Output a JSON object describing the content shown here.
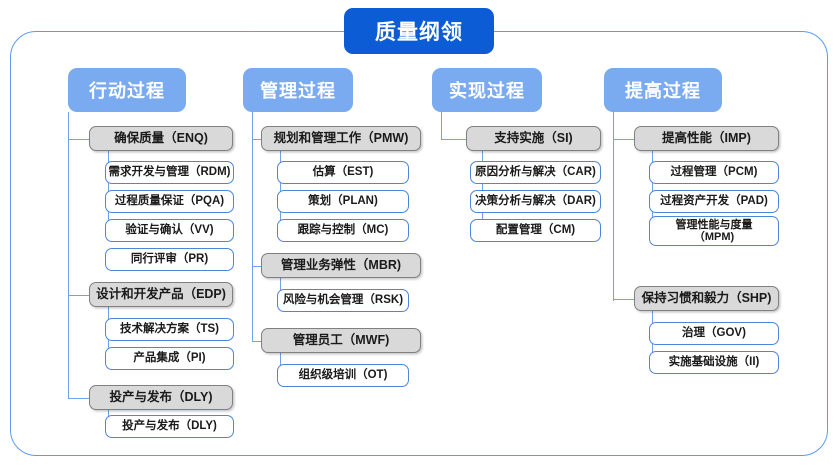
{
  "diagram": {
    "type": "org-tree",
    "root": {
      "label": "质量纲领"
    },
    "colors": {
      "root_box": "#0b5cd5",
      "column_header": "#7aabf0",
      "level2_box": "#d9d9d9",
      "level2_border": "#808080",
      "level3_border": "#4d86d8",
      "connector": "#6fa3e8",
      "frame": "#5b9bf0"
    },
    "columns": [
      {
        "header": "行动过程",
        "groups": [
          {
            "label": "确保质量（ENQ)",
            "children": [
              "需求开发与管理（RDM)",
              "过程质量保证（PQA)",
              "验证与确认（VV)",
              "同行评审（PR)"
            ]
          },
          {
            "label": "设计和开发产品（EDP)",
            "children": [
              "技术解决方案（TS)",
              "产品集成（PI)"
            ]
          },
          {
            "label": "投产与发布（DLY)",
            "children": [
              "投产与发布（DLY)"
            ]
          }
        ]
      },
      {
        "header": "管理过程",
        "groups": [
          {
            "label": "规划和管理工作（PMW)",
            "children": [
              "估算（EST)",
              "策划（PLAN)",
              "跟踪与控制（MC)"
            ]
          },
          {
            "label": "管理业务弹性（MBR)",
            "children": [
              "风险与机会管理（RSK)"
            ]
          },
          {
            "label": "管理员工（MWF)",
            "children": [
              "组织级培训（OT)"
            ]
          }
        ]
      },
      {
        "header": "实现过程",
        "groups": [
          {
            "label": "支持实施（SI)",
            "children": [
              "原因分析与解决（CAR)",
              "决策分析与解决（DAR)",
              "配置管理（CM)"
            ]
          }
        ]
      },
      {
        "header": "提高过程",
        "groups": [
          {
            "label": "提高性能（IMP)",
            "children": [
              "过程管理（PCM)",
              "过程资产开发（PAD)",
              "管理性能与度量\n（MPM)"
            ]
          },
          {
            "label": "保持习惯和毅力（SHP)",
            "children": [
              "治理（GOV)",
              "实施基础设施（II)"
            ]
          }
        ]
      }
    ]
  }
}
